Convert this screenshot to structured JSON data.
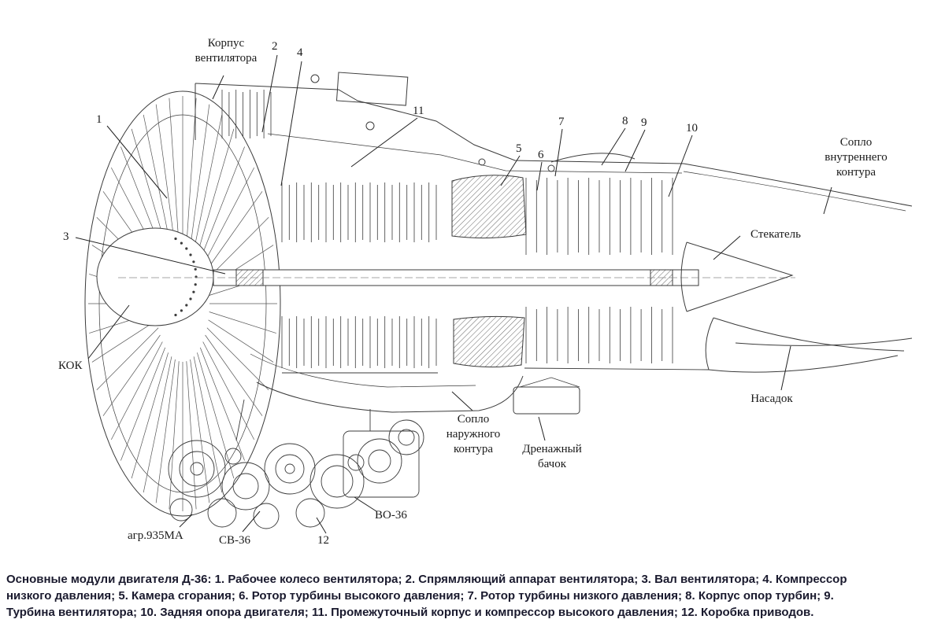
{
  "figure": {
    "ink": "#3b3b3b",
    "leader_color": "#222222",
    "caption_color": "#1a1a2e",
    "background": "#ffffff"
  },
  "labels": {
    "fan_casing": "Корпус\nвентилятора",
    "inner_nozzle": "Сопло\nвнутреннего\nконтура",
    "fairing": "Стекатель",
    "spinner": "КОК",
    "attachment": "Насадок",
    "outer_nozzle": "Сопло\nнаружного\nконтура",
    "drain_tank": "Дренажный\nбачок",
    "unit_agr": "агр.935МА",
    "unit_sv": "СВ-36",
    "unit_vo": "ВО-36"
  },
  "callouts": {
    "n1": "1",
    "n2": "2",
    "n3": "3",
    "n4": "4",
    "n5": "5",
    "n6": "6",
    "n7": "7",
    "n8": "8",
    "n9": "9",
    "n10": "10",
    "n11": "11",
    "n12": "12"
  },
  "caption": {
    "line1": "Основные модули двигателя Д-36: 1. Рабочее колесо вентилятора; 2. Спрямляющий аппарат вентилятора; 3. Вал вентилятора; 4. Компрессор",
    "line2": "низкого давления; 5. Камера сгорания; 6. Ротор турбины высокого давления; 7. Ротор турбины низкого давления; 8. Корпус опор турбин; 9.",
    "line3": "Турбина вентилятора; 10. Задняя опора двигателя; 11. Промежуточный корпус и компрессор высокого давления; 12. Коробка приводов."
  }
}
